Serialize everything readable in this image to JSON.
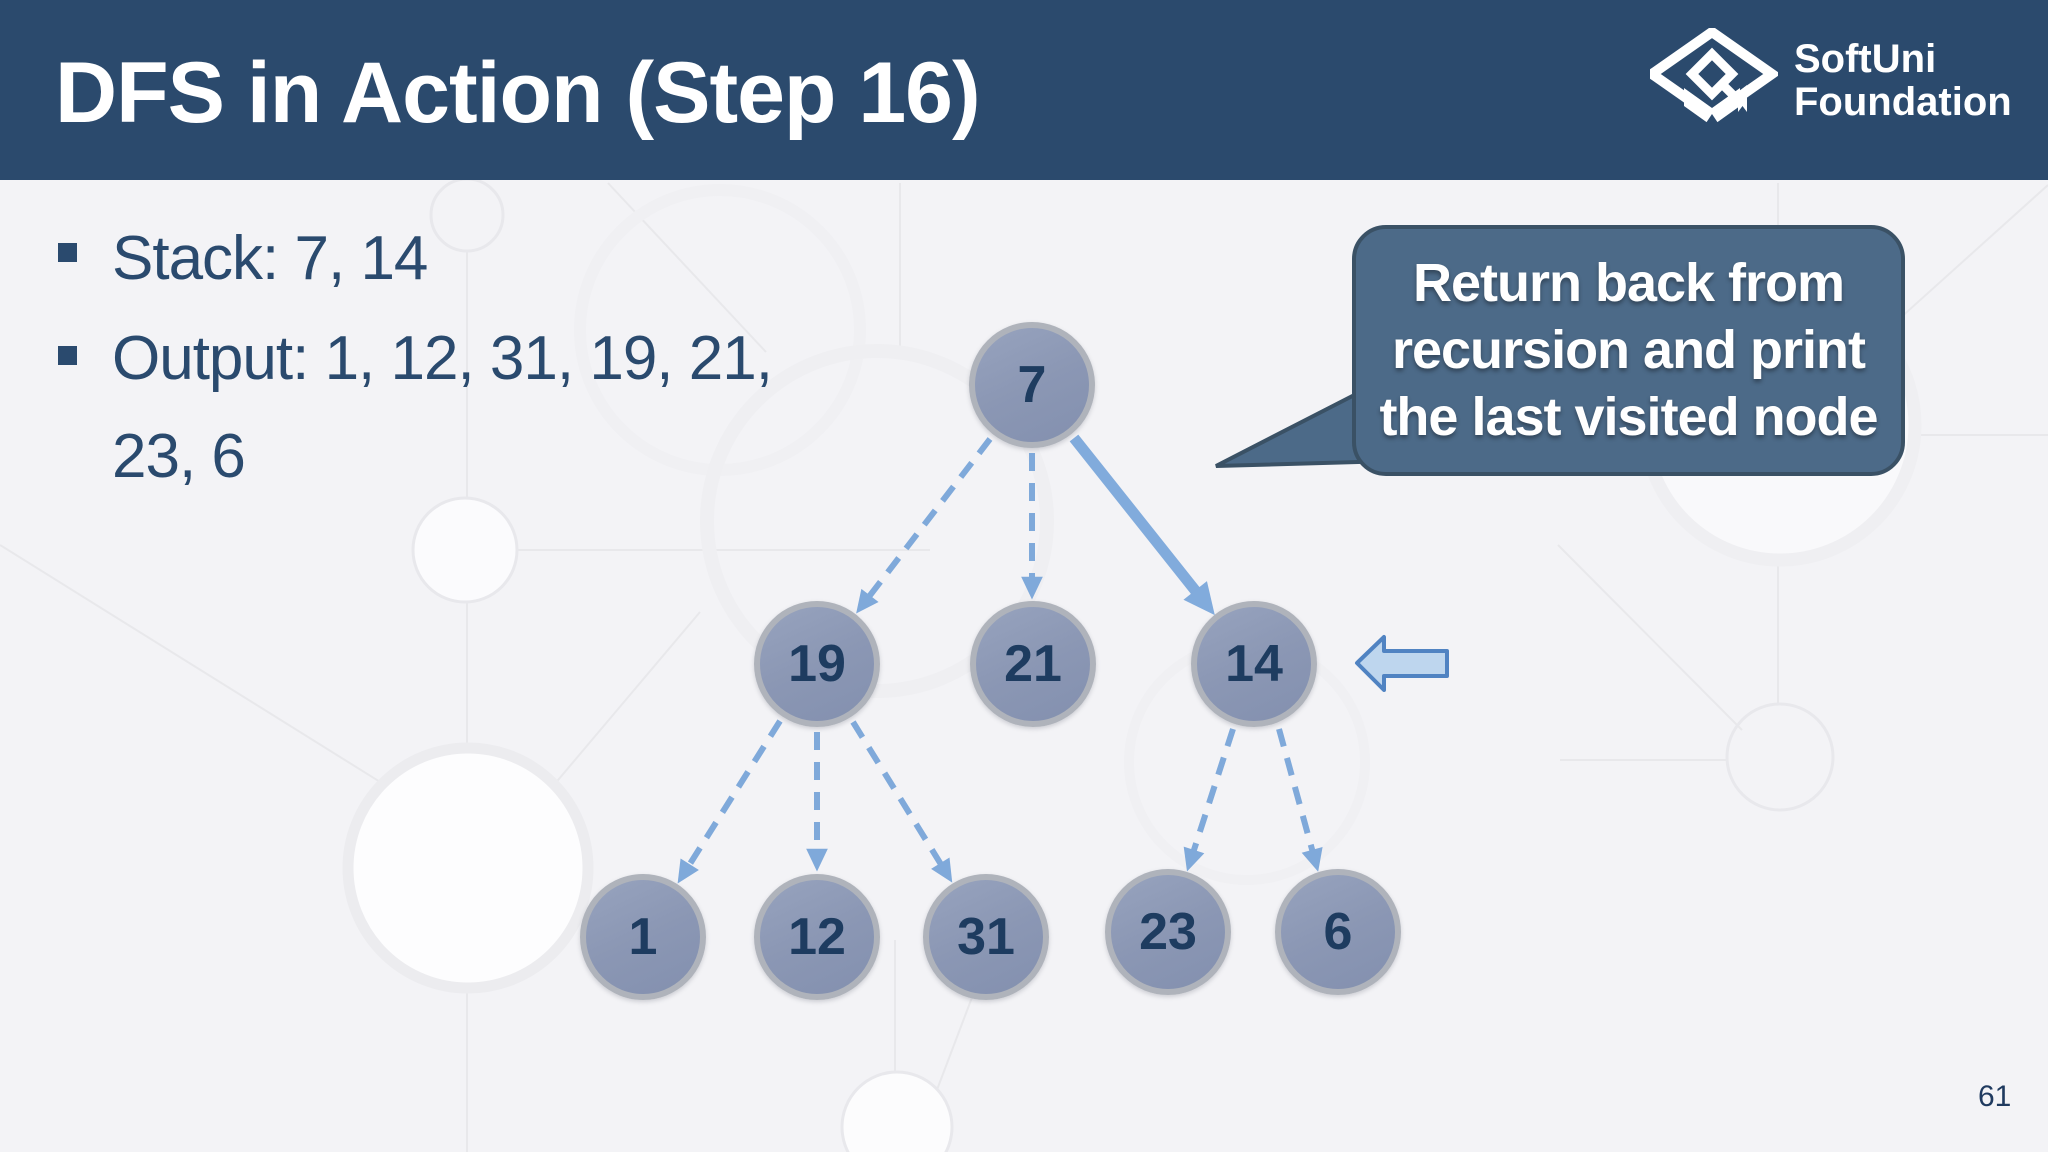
{
  "header": {
    "title": "DFS in Action (Step 16)"
  },
  "logo": {
    "org": "SoftUni Foundation",
    "line1": "SoftUni",
    "line2": "Foundation"
  },
  "bullets": [
    {
      "text": "Stack: 7, 14"
    },
    {
      "text": "Output: 1, 12, 31, 19, 21, 23, 6"
    }
  ],
  "callout": {
    "lines": [
      "Return back from",
      "recursion and print",
      "the last visited node"
    ]
  },
  "tree": {
    "nodes": [
      {
        "id": "7",
        "label": "7",
        "level": 0
      },
      {
        "id": "19",
        "label": "19",
        "level": 1
      },
      {
        "id": "21",
        "label": "21",
        "level": 1
      },
      {
        "id": "14",
        "label": "14",
        "level": 1
      },
      {
        "id": "1",
        "label": "1",
        "level": 2
      },
      {
        "id": "12",
        "label": "12",
        "level": 2
      },
      {
        "id": "31",
        "label": "31",
        "level": 2
      },
      {
        "id": "23",
        "label": "23",
        "level": 2
      },
      {
        "id": "6",
        "label": "6",
        "level": 2
      }
    ],
    "edges": [
      {
        "from": "7",
        "to": "19",
        "style": "dashed"
      },
      {
        "from": "7",
        "to": "21",
        "style": "dashed"
      },
      {
        "from": "7",
        "to": "14",
        "style": "solid"
      },
      {
        "from": "19",
        "to": "1",
        "style": "dashed"
      },
      {
        "from": "19",
        "to": "12",
        "style": "dashed"
      },
      {
        "from": "19",
        "to": "31",
        "style": "dashed"
      },
      {
        "from": "14",
        "to": "23",
        "style": "dashed"
      },
      {
        "from": "14",
        "to": "6",
        "style": "dashed"
      }
    ],
    "pointer": {
      "icon": "left-arrow-icon",
      "points_to": "14"
    }
  },
  "footer": {
    "page_number": "61"
  },
  "colors": {
    "header_bg": "#2B4A6D",
    "slide_bg": "#F3F3F6",
    "text_navy": "#2A4A6E",
    "node_fill": "#8B97B4",
    "node_border": "#AFB3BB",
    "node_label": "#1E3C60",
    "edge_blue": "#7FA9DA",
    "callout_bg": "#4C6A88",
    "callout_border": "#3A5165",
    "pointer_fill": "#BED6EE",
    "pointer_border": "#5083C2"
  }
}
